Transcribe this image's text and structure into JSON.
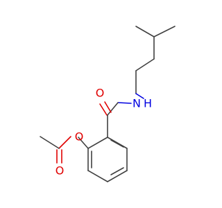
{
  "molecule": {
    "atoms": {
      "carbonyl_oxygen": "O",
      "amide_nitrogen": "N",
      "amide_hydrogen": "H",
      "ester_oxygen": "O",
      "acetyl_oxygen": "O"
    },
    "colors": {
      "bond": "#404040",
      "oxygen": "#e00000",
      "nitrogen": "#0000e0"
    }
  }
}
